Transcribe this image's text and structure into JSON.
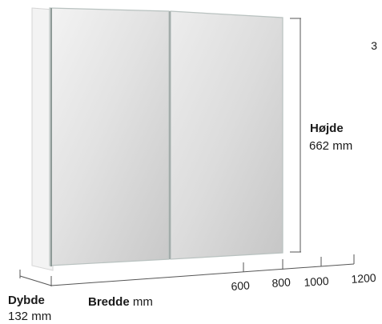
{
  "page_number": "3",
  "height": {
    "title": "Højde",
    "value": "662 mm"
  },
  "depth": {
    "title": "Dybde",
    "value": "132 mm"
  },
  "width": {
    "title": "Bredde",
    "unit": "mm"
  },
  "width_options": [
    "600",
    "800",
    "1000",
    "1200"
  ],
  "colors": {
    "cabinet_body": "#f2f2f2",
    "mirror_light": "#efefef",
    "mirror_dark": "#cfcfcf",
    "frame_edge": "#a8b3b0",
    "dimension_line": "#555555"
  }
}
